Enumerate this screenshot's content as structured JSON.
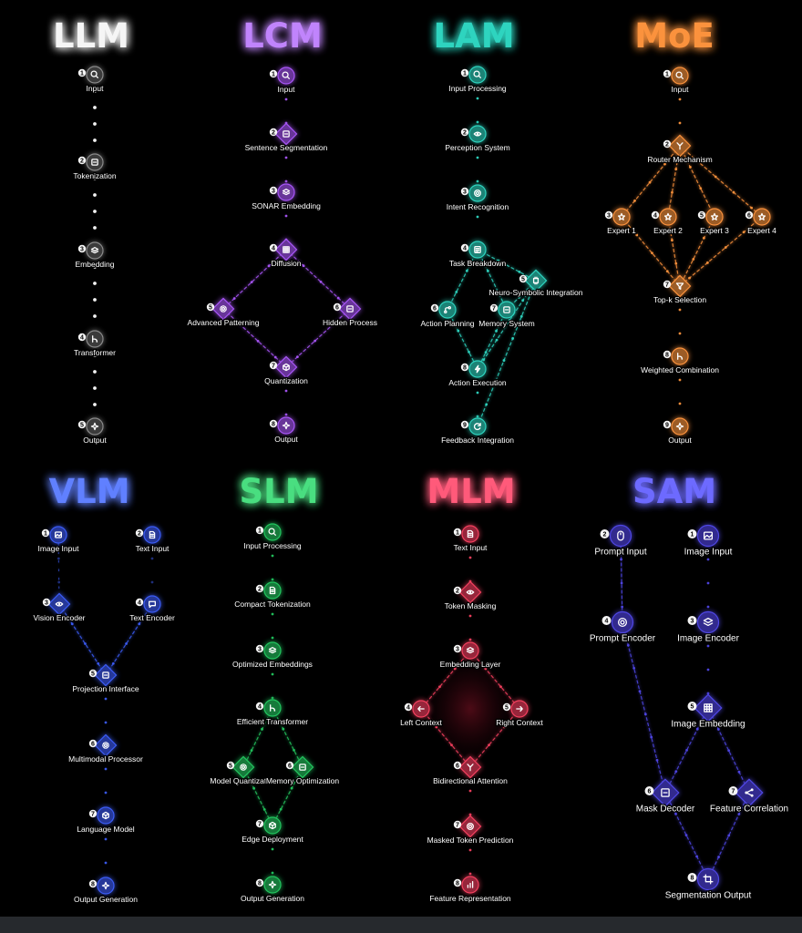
{
  "panels": [
    {
      "id": "llm",
      "title": "LLM",
      "color": "#ffffff",
      "glow": "#ffffff",
      "nodes": [
        {
          "n": "1",
          "label": "Input",
          "icon": "search"
        },
        {
          "n": "2",
          "label": "Tokenization",
          "icon": "square"
        },
        {
          "n": "3",
          "label": "Embedding",
          "icon": "layers"
        },
        {
          "n": "4",
          "label": "Transformer",
          "icon": "branch"
        },
        {
          "n": "5",
          "label": "Output",
          "icon": "sparkle"
        }
      ]
    },
    {
      "id": "lcm",
      "title": "LCM",
      "color": "#a855f7",
      "glow": "#c084fc",
      "nodes": [
        {
          "n": "1",
          "label": "Input",
          "icon": "search"
        },
        {
          "n": "2",
          "label": "Sentence Segmentation",
          "icon": "square"
        },
        {
          "n": "3",
          "label": "SONAR Embedding",
          "icon": "layers"
        },
        {
          "n": "4",
          "label": "Diffusion",
          "icon": "grid"
        },
        {
          "n": "5",
          "label": "Advanced Patterning",
          "icon": "gear"
        },
        {
          "n": "6",
          "label": "Hidden Process",
          "icon": "square"
        },
        {
          "n": "7",
          "label": "Quantization",
          "icon": "box"
        },
        {
          "n": "8",
          "label": "Output",
          "icon": "sparkle"
        }
      ]
    },
    {
      "id": "lam",
      "title": "LAM",
      "color": "#2dd4bf",
      "glow": "#2dd4bf",
      "nodes": [
        {
          "n": "1",
          "label": "Input Processing",
          "icon": "search"
        },
        {
          "n": "2",
          "label": "Perception System",
          "icon": "eye"
        },
        {
          "n": "3",
          "label": "Intent Recognition",
          "icon": "target"
        },
        {
          "n": "4",
          "label": "Task Breakdown",
          "icon": "list"
        },
        {
          "n": "5",
          "label": "Neuro-Symbolic Integration",
          "icon": "chip"
        },
        {
          "n": "6",
          "label": "Action Planning",
          "icon": "route"
        },
        {
          "n": "7",
          "label": "Memory System",
          "icon": "square"
        },
        {
          "n": "8",
          "label": "Action Execution",
          "icon": "bolt"
        },
        {
          "n": "9",
          "label": "Feedback Integration",
          "icon": "refresh"
        }
      ]
    },
    {
      "id": "moe",
      "title": "MoE",
      "color": "#fb923c",
      "glow": "#fb923c",
      "nodes": [
        {
          "n": "1",
          "label": "Input",
          "icon": "search"
        },
        {
          "n": "2",
          "label": "Router Mechanism",
          "icon": "split"
        },
        {
          "n": "3",
          "label": "Expert 1",
          "icon": "star"
        },
        {
          "n": "4",
          "label": "Expert 2",
          "icon": "star"
        },
        {
          "n": "5",
          "label": "Expert 3",
          "icon": "star"
        },
        {
          "n": "6",
          "label": "Expert 4",
          "icon": "star"
        },
        {
          "n": "7",
          "label": "Top-k Selection",
          "icon": "filter"
        },
        {
          "n": "8",
          "label": "Weighted Combination",
          "icon": "branch"
        },
        {
          "n": "9",
          "label": "Output",
          "icon": "sparkle"
        }
      ]
    },
    {
      "id": "vlm",
      "title": "VLM",
      "color": "#3b5cf6",
      "glow": "#6080ff",
      "nodes": [
        {
          "n": "1",
          "label": "Image Input",
          "icon": "image"
        },
        {
          "n": "2",
          "label": "Text Input",
          "icon": "doc"
        },
        {
          "n": "3",
          "label": "Vision Encoder",
          "icon": "eye"
        },
        {
          "n": "4",
          "label": "Text Encoder",
          "icon": "chat"
        },
        {
          "n": "5",
          "label": "Projection Interface",
          "icon": "square"
        },
        {
          "n": "6",
          "label": "Multimodal Processor",
          "icon": "gear"
        },
        {
          "n": "7",
          "label": "Language Model",
          "icon": "box"
        },
        {
          "n": "8",
          "label": "Output Generation",
          "icon": "sparkle"
        }
      ]
    },
    {
      "id": "slm",
      "title": "SLM",
      "color": "#22c55e",
      "glow": "#4ade80",
      "nodes": [
        {
          "n": "1",
          "label": "Input Processing",
          "icon": "search"
        },
        {
          "n": "2",
          "label": "Compact Tokenization",
          "icon": "doc"
        },
        {
          "n": "3",
          "label": "Optimized Embeddings",
          "icon": "layers"
        },
        {
          "n": "4",
          "label": "Efficient Transformer",
          "icon": "branch"
        },
        {
          "n": "5",
          "label": "Model Quantization",
          "icon": "gear"
        },
        {
          "n": "6",
          "label": "Memory Optimization",
          "icon": "square"
        },
        {
          "n": "7",
          "label": "Edge Deployment",
          "icon": "box"
        },
        {
          "n": "8",
          "label": "Output Generation",
          "icon": "sparkle"
        }
      ]
    },
    {
      "id": "mlm",
      "title": "MLM",
      "color": "#f43f5e",
      "glow": "#ff5a7a",
      "nodes": [
        {
          "n": "1",
          "label": "Text Input",
          "icon": "doc"
        },
        {
          "n": "2",
          "label": "Token Masking",
          "icon": "eye"
        },
        {
          "n": "3",
          "label": "Embedding Layer",
          "icon": "layers"
        },
        {
          "n": "4",
          "label": "Left Context",
          "icon": "arrow-left"
        },
        {
          "n": "5",
          "label": "Right Context",
          "icon": "arrow-right"
        },
        {
          "n": "6",
          "label": "Bidirectional Attention",
          "icon": "split"
        },
        {
          "n": "7",
          "label": "Masked Token Prediction",
          "icon": "target"
        },
        {
          "n": "8",
          "label": "Feature Representation",
          "icon": "bars"
        }
      ]
    },
    {
      "id": "sam",
      "title": "SAM",
      "color": "#4f46e5",
      "glow": "#6d6aff",
      "nodes": [
        {
          "n": "1",
          "label": "Image Input",
          "icon": "image"
        },
        {
          "n": "2",
          "label": "Prompt Input",
          "icon": "mouse"
        },
        {
          "n": "3",
          "label": "Image Encoder",
          "icon": "layers"
        },
        {
          "n": "4",
          "label": "Prompt Encoder",
          "icon": "target"
        },
        {
          "n": "5",
          "label": "Image Embedding",
          "icon": "grid"
        },
        {
          "n": "6",
          "label": "Mask Decoder",
          "icon": "square"
        },
        {
          "n": "7",
          "label": "Feature Correlation",
          "icon": "share"
        },
        {
          "n": "8",
          "label": "Segmentation Output",
          "icon": "crop"
        }
      ]
    }
  ]
}
